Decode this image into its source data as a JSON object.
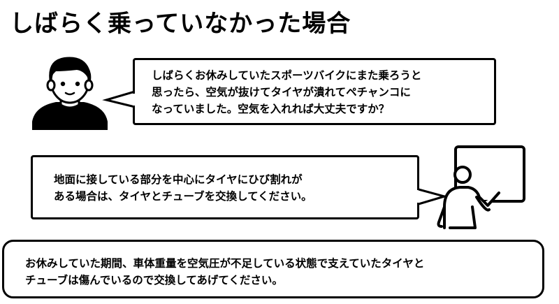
{
  "title": "しばらく乗っていなかった場合",
  "question": {
    "lines": [
      "しばらくお休みしていたスポーツバイクにまた乗ろうと",
      "思ったら、空気が抜けてタイヤが潰れてペチャンコに",
      "なっていました。空気を入れれば大丈夫ですか？"
    ]
  },
  "answer": {
    "lines": [
      "地面に接している部分を中心にタイヤにひび割れが",
      "ある場合は、タイヤとチューブを交換してください。"
    ]
  },
  "note": {
    "lines": [
      "お休みしていた期間、車体重量を空気圧が不足している状態で支えていたタイヤと",
      "チューブは傷んでいるので交換してあげてください。"
    ]
  },
  "icons": {
    "customer": "person-icon",
    "advisor": "presenter-icon"
  }
}
